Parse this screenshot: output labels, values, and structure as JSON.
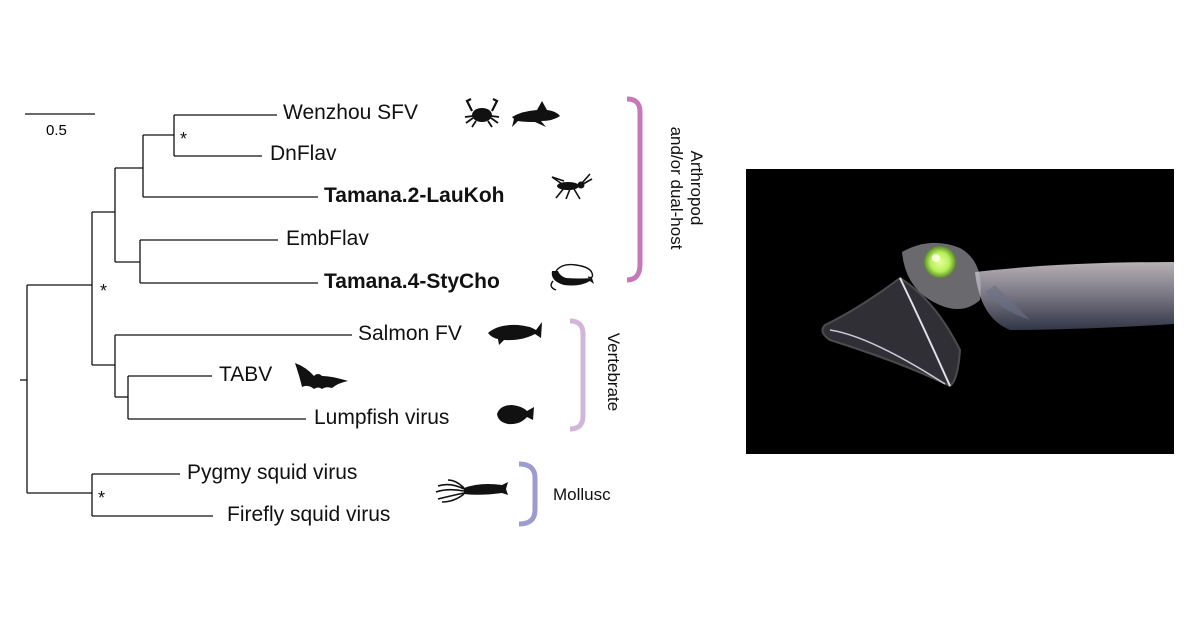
{
  "scale_bar": {
    "label": "0.5"
  },
  "taxa": [
    {
      "key": "wenzhou",
      "label": "Wenzhou SFV",
      "bold": false,
      "icons": [
        "crab-icon",
        "shark-icon"
      ]
    },
    {
      "key": "dnflav",
      "label": "DnFlav",
      "bold": false,
      "icons": []
    },
    {
      "key": "tamana2",
      "label": "Tamana.2-LauKoh",
      "bold": true,
      "icons": [
        "insect-icon"
      ]
    },
    {
      "key": "embflav",
      "label": "EmbFlav",
      "bold": false,
      "icons": []
    },
    {
      "key": "tamana4",
      "label": "Tamana.4-StyCho",
      "bold": true,
      "icons": [
        "dragonfish-icon"
      ]
    },
    {
      "key": "salmon",
      "label": "Salmon FV",
      "bold": false,
      "icons": [
        "salmon-icon"
      ]
    },
    {
      "key": "tabv",
      "label": "TABV",
      "bold": false,
      "icons": [
        "bat-icon"
      ]
    },
    {
      "key": "lumpfish",
      "label": "Lumpfish virus",
      "bold": false,
      "icons": [
        "lumpfish-icon"
      ]
    },
    {
      "key": "pygmy",
      "label": "Pygmy squid virus",
      "bold": false,
      "icons": [
        "squid-icon"
      ]
    },
    {
      "key": "firefly",
      "label": "Firefly squid virus",
      "bold": false,
      "icons": []
    }
  ],
  "support_marker": "*",
  "groups": [
    {
      "key": "arthropod",
      "label_lines": [
        "Arthropod",
        "and/or dual-host"
      ],
      "color": "#c778b8"
    },
    {
      "key": "vertebrate",
      "label_lines": [
        "Vertebrate"
      ],
      "color": "#d2b5db"
    },
    {
      "key": "mollusc",
      "label_lines": [
        "Mollusc"
      ],
      "color": "#9d9bd0"
    }
  ],
  "photo": {
    "subject": "deep-sea fish with large transparent jaw and glowing green eye",
    "background": "#000000",
    "eye_color": "#b6f05a"
  }
}
